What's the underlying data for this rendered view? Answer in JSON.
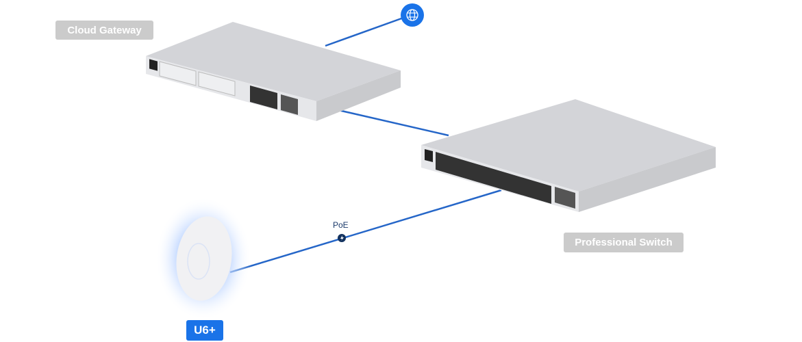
{
  "devices": {
    "gateway": {
      "label": "Cloud Gateway"
    },
    "switch": {
      "label": "Professional Switch"
    },
    "access_point": {
      "label": "U6+"
    }
  },
  "links": {
    "poe_label": "PoE"
  },
  "icons": {
    "internet": "globe-icon",
    "poe": "lightning-icon"
  },
  "colors": {
    "link": "#2566c8",
    "accent": "#1a73e8",
    "label_gray": "#cbcbcb"
  }
}
